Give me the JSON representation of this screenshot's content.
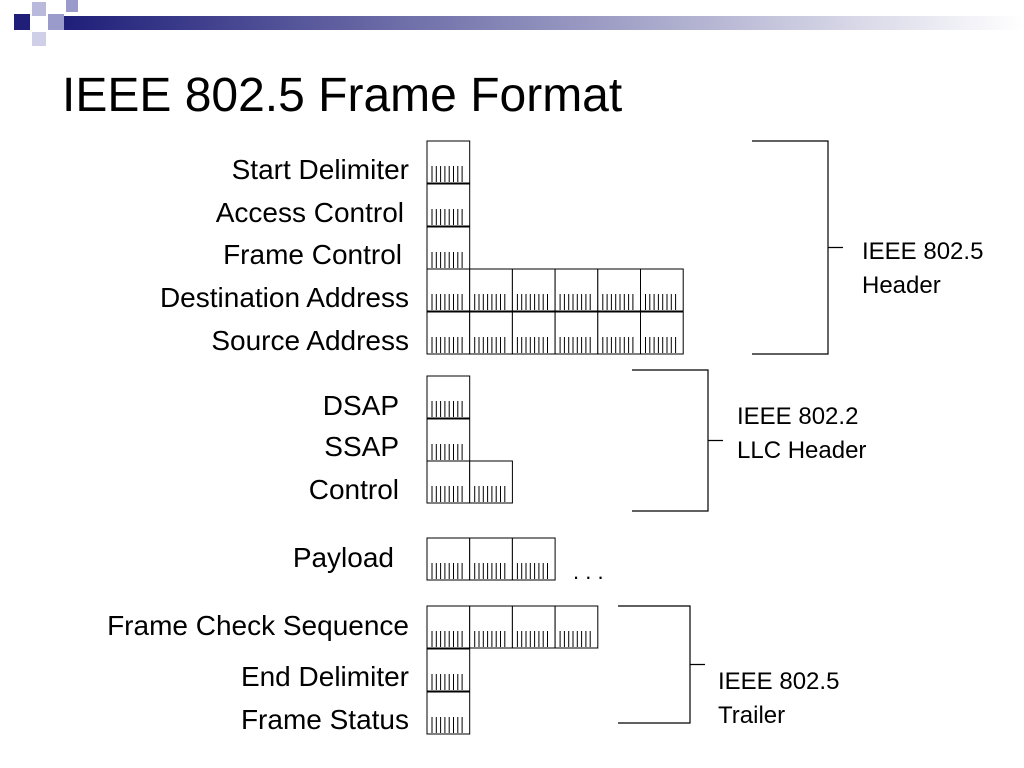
{
  "title": "IEEE 802.5 Frame Format",
  "colors": {
    "accent": "#1f1f7a",
    "accent_light": "#9a9acb",
    "line": "#000000"
  },
  "fields": [
    {
      "label": "Start Delimiter",
      "bytes": 1
    },
    {
      "label": "Access Control",
      "bytes": 1
    },
    {
      "label": "Frame Control",
      "bytes": 1
    },
    {
      "label": "Destination Address",
      "bytes": 6
    },
    {
      "label": "Source Address",
      "bytes": 6
    },
    {
      "label": "DSAP",
      "bytes": 1
    },
    {
      "label": "SSAP",
      "bytes": 1
    },
    {
      "label": "Control",
      "bytes": 2
    },
    {
      "label": "Payload",
      "bytes": 3
    },
    {
      "label": "Frame Check Sequence",
      "bytes": 4
    },
    {
      "label": "End Delimiter",
      "bytes": 1
    },
    {
      "label": "Frame Status",
      "bytes": 1
    }
  ],
  "payload_ellipsis": ". . .",
  "groups": [
    {
      "line1": "IEEE 802.5",
      "line2": "Header"
    },
    {
      "line1": "IEEE 802.2",
      "line2": "LLC Header"
    },
    {
      "line1": "IEEE 802.5",
      "line2": "Trailer"
    }
  ]
}
